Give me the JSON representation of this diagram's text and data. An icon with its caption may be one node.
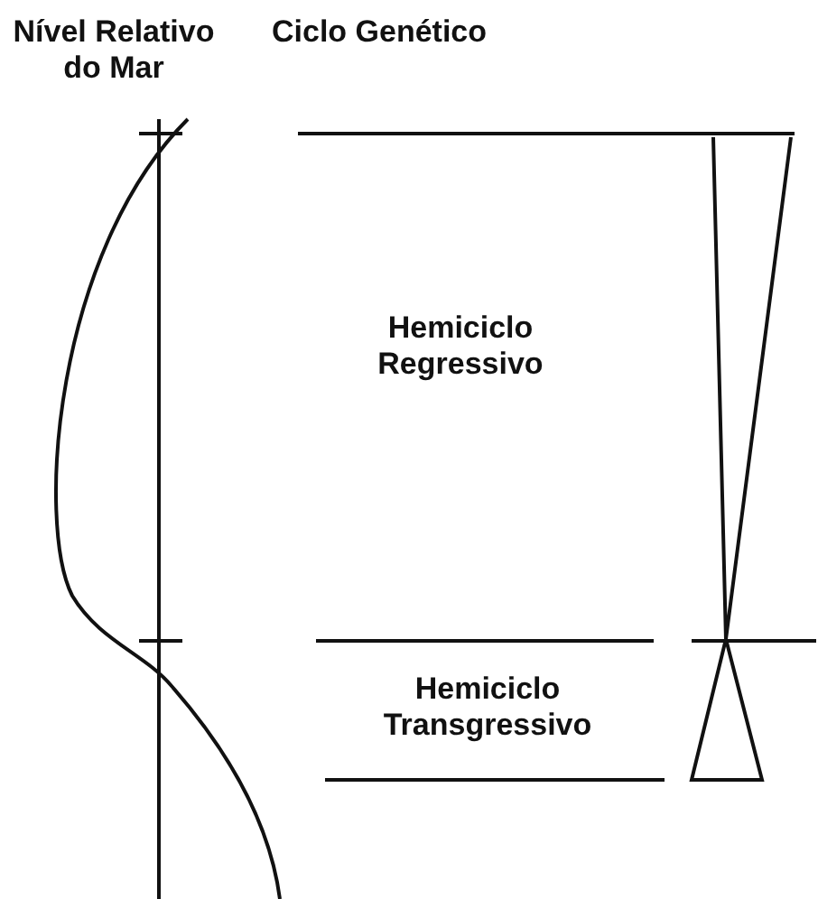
{
  "diagram": {
    "labels": [
      "Nível Relativo do Mar",
      "Ciclo Genético",
      "Hemiciclo Regressivo",
      "Hemiciclo Transgressivo"
    ]
  }
}
